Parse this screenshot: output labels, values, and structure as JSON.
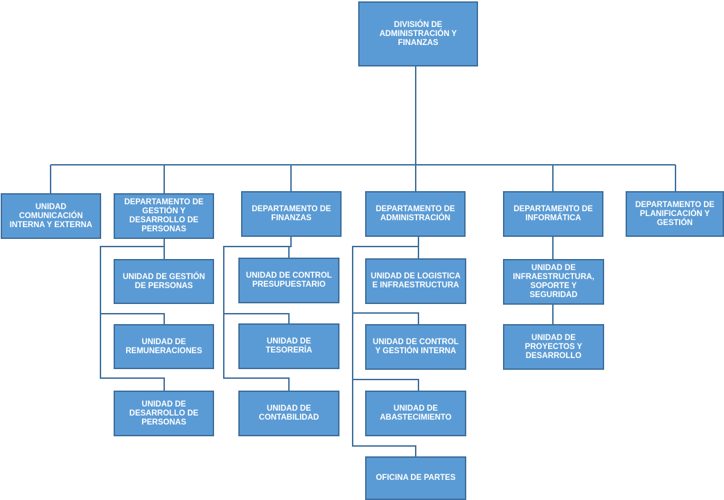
{
  "chart": {
    "root": "DIVISIÓN DE ADMINISTRACIÓN Y FINANZAS",
    "top_level": [
      {
        "label": "UNIDAD COMUNICACIÓN INTERNA Y EXTERNA",
        "children": []
      },
      {
        "label": "DEPARTAMENTO DE GESTIÓN Y DESARROLLO DE PERSONAS",
        "children": [
          "UNIDAD DE GESTIÓN DE PERSONAS",
          "UNIDAD DE REMUNERACIONES",
          "UNIDAD DE DESARROLLO DE PERSONAS"
        ]
      },
      {
        "label": "DEPARTAMENTO DE FINANZAS",
        "children": [
          "UNIDAD DE CONTROL PRESUPUESTARIO",
          "UNIDAD DE TESORERÍA",
          "UNIDAD DE CONTABILIDAD"
        ]
      },
      {
        "label": "DEPARTAMENTO DE ADMINISTRACIÓN",
        "children": [
          "UNIDAD DE LOGISTICA E INFRAESTRUCTURA",
          "UNIDAD DE CONTROL Y GESTIÓN INTERNA",
          "UNIDAD DE ABASTECIMIENTO",
          "OFICINA DE PARTES"
        ]
      },
      {
        "label": "DEPARTAMENTO DE INFORMÁTICA",
        "children": [
          "UNIDAD DE INFRAESTRUCTURA, SOPORTE Y SEGURIDAD",
          "UNIDAD DE PROYECTOS Y DESARROLLO"
        ]
      },
      {
        "label": "DEPARTAMENTO DE PLANIFICACIÓN Y GESTIÓN",
        "children": []
      }
    ]
  },
  "colors": {
    "box_fill": "#5b9bd5",
    "box_border": "#3d6e9c",
    "connector": "#3d6e9c",
    "text": "#ffffff"
  }
}
